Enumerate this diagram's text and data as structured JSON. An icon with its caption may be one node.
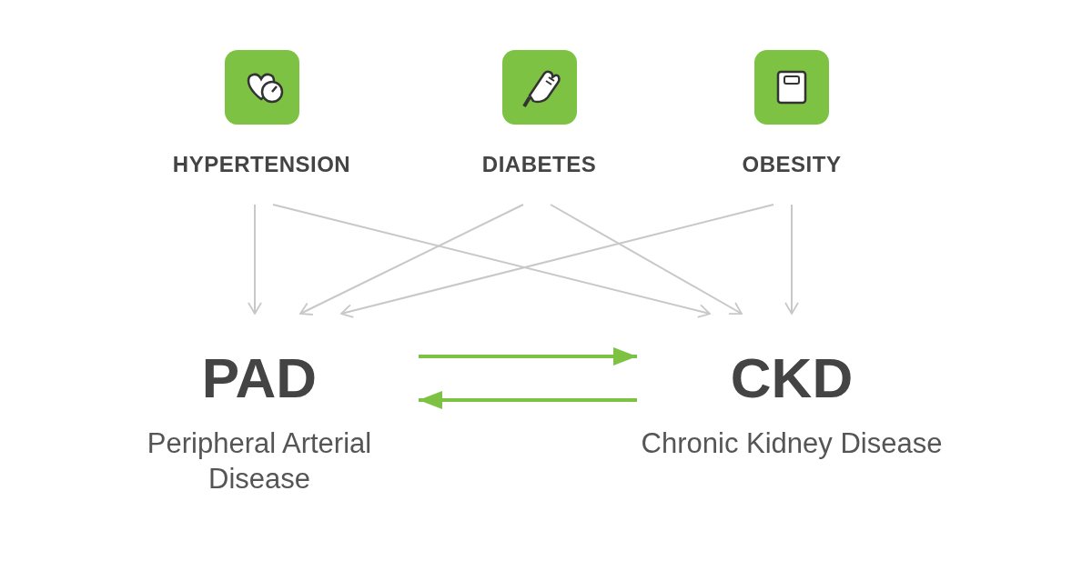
{
  "diagram": {
    "nodes": [
      {
        "text": [
          "HYPERTENSION"
        ]
      },
      {
        "text": [
          "DIABETES"
        ]
      },
      {
        "text": [
          "OBESITY"
        ]
      },
      {
        "text": [
          "PAD",
          "Peripheral Arterial Disease"
        ]
      },
      {
        "text": [
          "CKD",
          "Chronic Kidney Disease"
        ]
      }
    ],
    "edges": [
      {
        "from": 0,
        "to": 3,
        "arrow": "to"
      },
      {
        "from": 0,
        "to": 4,
        "arrow": "to"
      },
      {
        "from": 1,
        "to": 3,
        "arrow": "to"
      },
      {
        "from": 1,
        "to": 4,
        "arrow": "to"
      },
      {
        "from": 2,
        "to": 3,
        "arrow": "to"
      },
      {
        "from": 2,
        "to": 4,
        "arrow": "to"
      },
      {
        "from": 3,
        "to": 4,
        "arrow": "to",
        "style": "thick",
        "color": "#7dc242"
      },
      {
        "from": 4,
        "to": 3,
        "arrow": "to",
        "style": "thick",
        "color": "#7dc242"
      }
    ]
  }
}
